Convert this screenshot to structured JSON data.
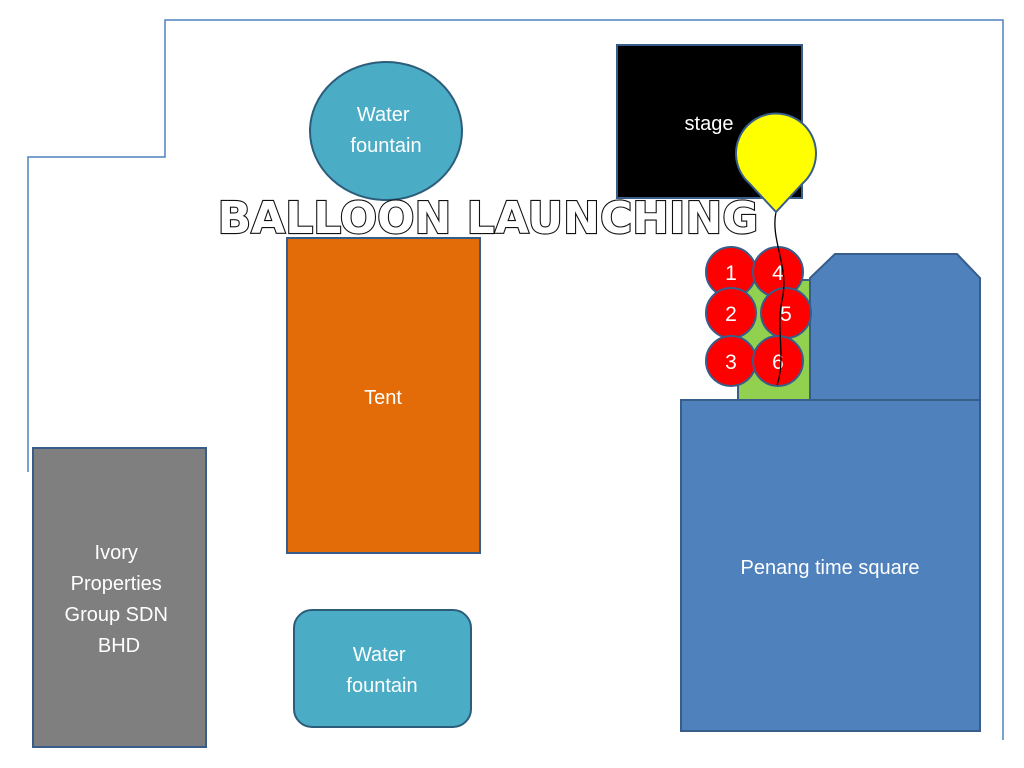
{
  "title": "BALLOON LAUNCHING",
  "areas": {
    "water_fountain_top": "Water fountain",
    "stage": "stage",
    "tent": "Tent",
    "ivory_properties": "Ivory Properties Group SDN BHD",
    "water_fountain_bottom": "Water fountain",
    "penang_time_square": "Penang time square"
  },
  "balloon_numbers": [
    "1",
    "2",
    "3",
    "4",
    "5",
    "6"
  ],
  "colors": {
    "boundary": "#4f81bd",
    "water_fountain": "#4bacc6",
    "stage": "#000000",
    "tent": "#e36c09",
    "ivory": "#7f7f7f",
    "building": "#4f81bd",
    "green_strip": "#92d050",
    "balloon_small": "#ff0000",
    "balloon_big": "#ffff00"
  }
}
